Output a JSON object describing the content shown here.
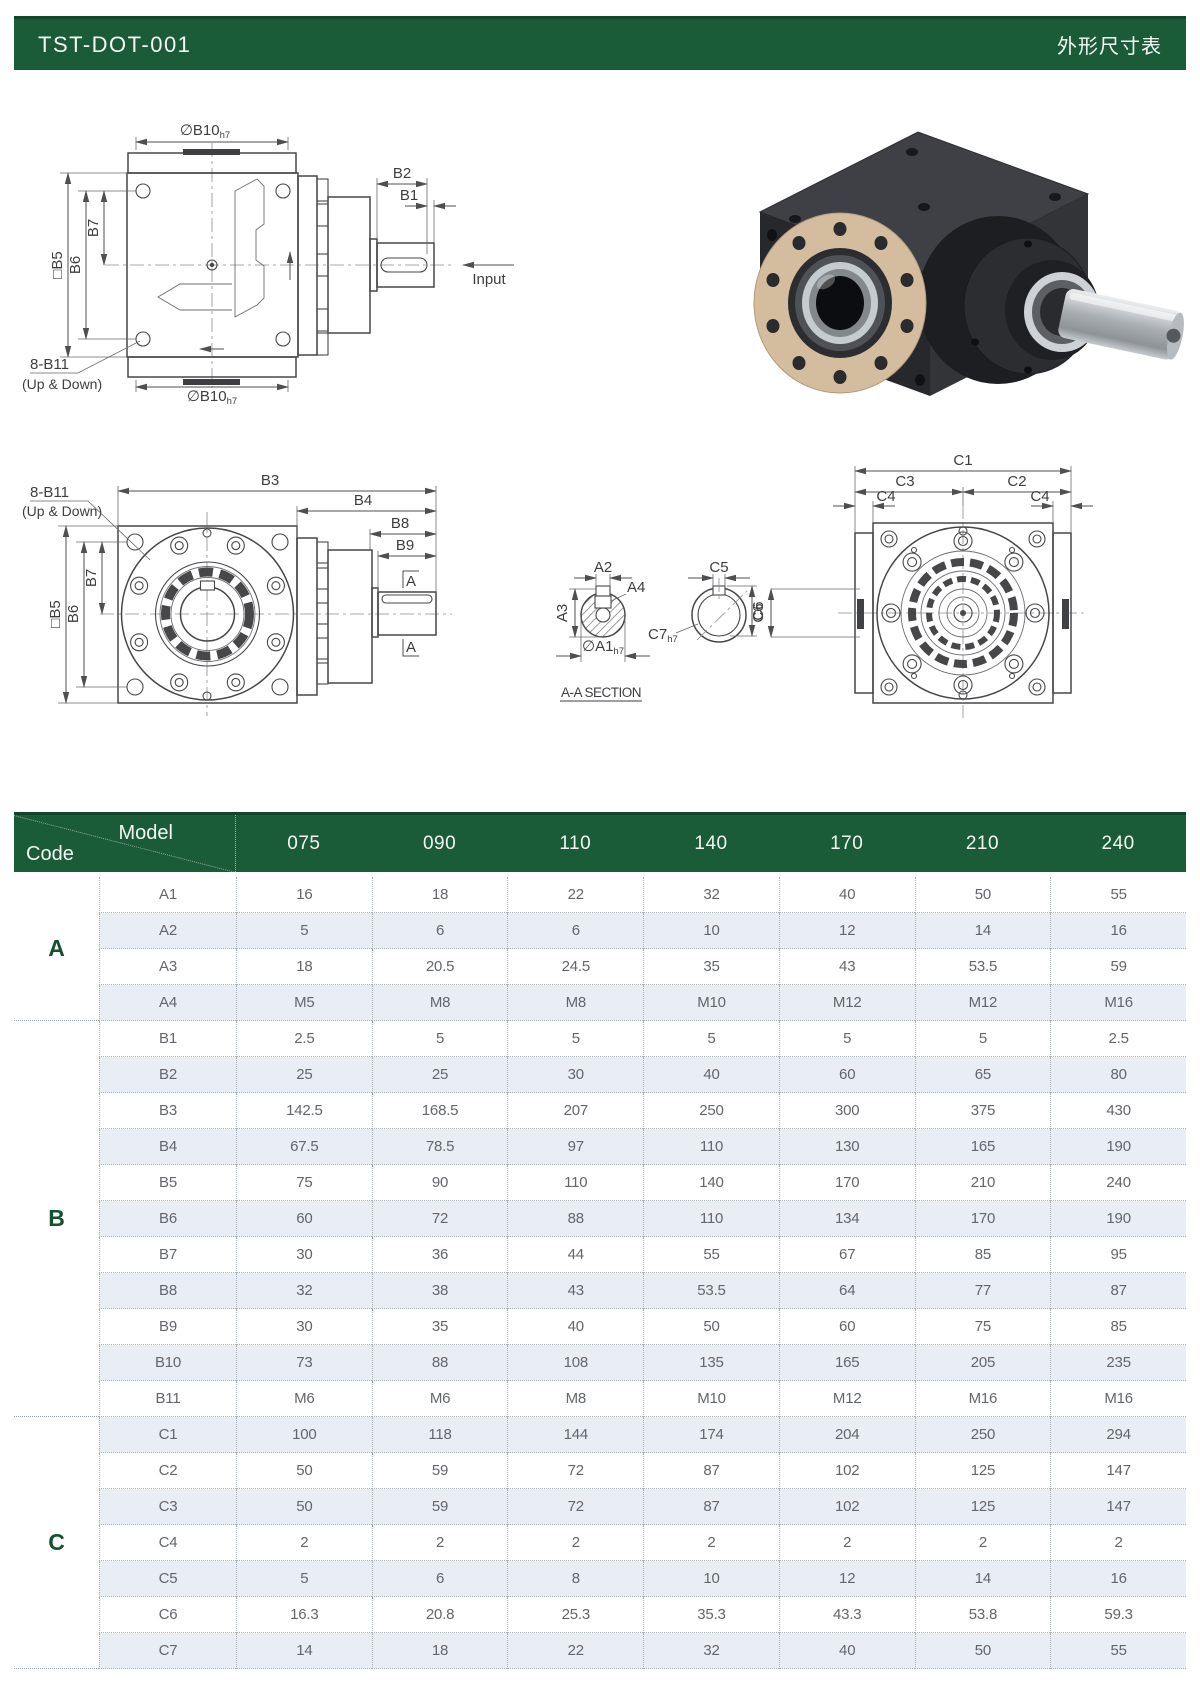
{
  "header": {
    "title": "TST-DOT-001",
    "subtitle": "外形尺寸表"
  },
  "colors": {
    "accent_green": "#1a5b38",
    "row_alt": "#e9edf4",
    "cell_text": "#63666b",
    "flange_tan": "#d4bd9e",
    "body_dark": "#2a2b2f"
  },
  "drawings": {
    "sub_h7": "h7",
    "top_view": {
      "dim_b10": "∅B10",
      "dim_b2": "B2",
      "dim_b1": "B1",
      "dim_b5": "□B5",
      "dim_b6": "B6",
      "dim_b7": "B7",
      "note_bolts": "8-B11",
      "note_bolts_sub": "(Up & Down)",
      "input_label": "Input"
    },
    "front_view": {
      "dim_b3": "B3",
      "dim_b4": "B4",
      "dim_b8": "B8",
      "dim_b9": "B9",
      "dim_b5": "□B5",
      "dim_b6": "B6",
      "dim_b7": "B7",
      "note_bolts": "8-B11",
      "note_bolts_sub": "(Up & Down)",
      "section_marker": "A"
    },
    "shaft_section": {
      "dim_a2": "A2",
      "dim_a4": "A4",
      "dim_a3": "A3",
      "dim_a1": "∅A1",
      "caption": "A-A SECTION"
    },
    "bore_section": {
      "dim_c5": "C5",
      "dim_c6": "C6",
      "dim_c7": "C7"
    },
    "rear_view": {
      "dim_c1": "C1",
      "dim_c2": "C2",
      "dim_c3": "C3",
      "dim_c4": "C4",
      "dim_c6": "C6"
    }
  },
  "table": {
    "corner": {
      "model": "Model",
      "code": "Code"
    },
    "columns": [
      "075",
      "090",
      "110",
      "140",
      "170",
      "210",
      "240"
    ],
    "sections": [
      {
        "letter": "A",
        "rows": [
          {
            "code": "A1",
            "values": [
              "16",
              "18",
              "22",
              "32",
              "40",
              "50",
              "55"
            ]
          },
          {
            "code": "A2",
            "values": [
              "5",
              "6",
              "6",
              "10",
              "12",
              "14",
              "16"
            ]
          },
          {
            "code": "A3",
            "values": [
              "18",
              "20.5",
              "24.5",
              "35",
              "43",
              "53.5",
              "59"
            ]
          },
          {
            "code": "A4",
            "values": [
              "M5",
              "M8",
              "M8",
              "M10",
              "M12",
              "M12",
              "M16"
            ]
          }
        ]
      },
      {
        "letter": "B",
        "rows": [
          {
            "code": "B1",
            "values": [
              "2.5",
              "5",
              "5",
              "5",
              "5",
              "5",
              "2.5"
            ]
          },
          {
            "code": "B2",
            "values": [
              "25",
              "25",
              "30",
              "40",
              "60",
              "65",
              "80"
            ]
          },
          {
            "code": "B3",
            "values": [
              "142.5",
              "168.5",
              "207",
              "250",
              "300",
              "375",
              "430"
            ]
          },
          {
            "code": "B4",
            "values": [
              "67.5",
              "78.5",
              "97",
              "110",
              "130",
              "165",
              "190"
            ]
          },
          {
            "code": "B5",
            "values": [
              "75",
              "90",
              "110",
              "140",
              "170",
              "210",
              "240"
            ]
          },
          {
            "code": "B6",
            "values": [
              "60",
              "72",
              "88",
              "110",
              "134",
              "170",
              "190"
            ]
          },
          {
            "code": "B7",
            "values": [
              "30",
              "36",
              "44",
              "55",
              "67",
              "85",
              "95"
            ]
          },
          {
            "code": "B8",
            "values": [
              "32",
              "38",
              "43",
              "53.5",
              "64",
              "77",
              "87"
            ]
          },
          {
            "code": "B9",
            "values": [
              "30",
              "35",
              "40",
              "50",
              "60",
              "75",
              "85"
            ]
          },
          {
            "code": "B10",
            "values": [
              "73",
              "88",
              "108",
              "135",
              "165",
              "205",
              "235"
            ]
          },
          {
            "code": "B11",
            "values": [
              "M6",
              "M6",
              "M8",
              "M10",
              "M12",
              "M16",
              "M16"
            ]
          }
        ]
      },
      {
        "letter": "C",
        "rows": [
          {
            "code": "C1",
            "values": [
              "100",
              "118",
              "144",
              "174",
              "204",
              "250",
              "294"
            ]
          },
          {
            "code": "C2",
            "values": [
              "50",
              "59",
              "72",
              "87",
              "102",
              "125",
              "147"
            ]
          },
          {
            "code": "C3",
            "values": [
              "50",
              "59",
              "72",
              "87",
              "102",
              "125",
              "147"
            ]
          },
          {
            "code": "C4",
            "values": [
              "2",
              "2",
              "2",
              "2",
              "2",
              "2",
              "2"
            ]
          },
          {
            "code": "C5",
            "values": [
              "5",
              "6",
              "8",
              "10",
              "12",
              "14",
              "16"
            ]
          },
          {
            "code": "C6",
            "values": [
              "16.3",
              "20.8",
              "25.3",
              "35.3",
              "43.3",
              "53.8",
              "59.3"
            ]
          },
          {
            "code": "C7",
            "values": [
              "14",
              "18",
              "22",
              "32",
              "40",
              "50",
              "55"
            ]
          }
        ]
      }
    ]
  }
}
